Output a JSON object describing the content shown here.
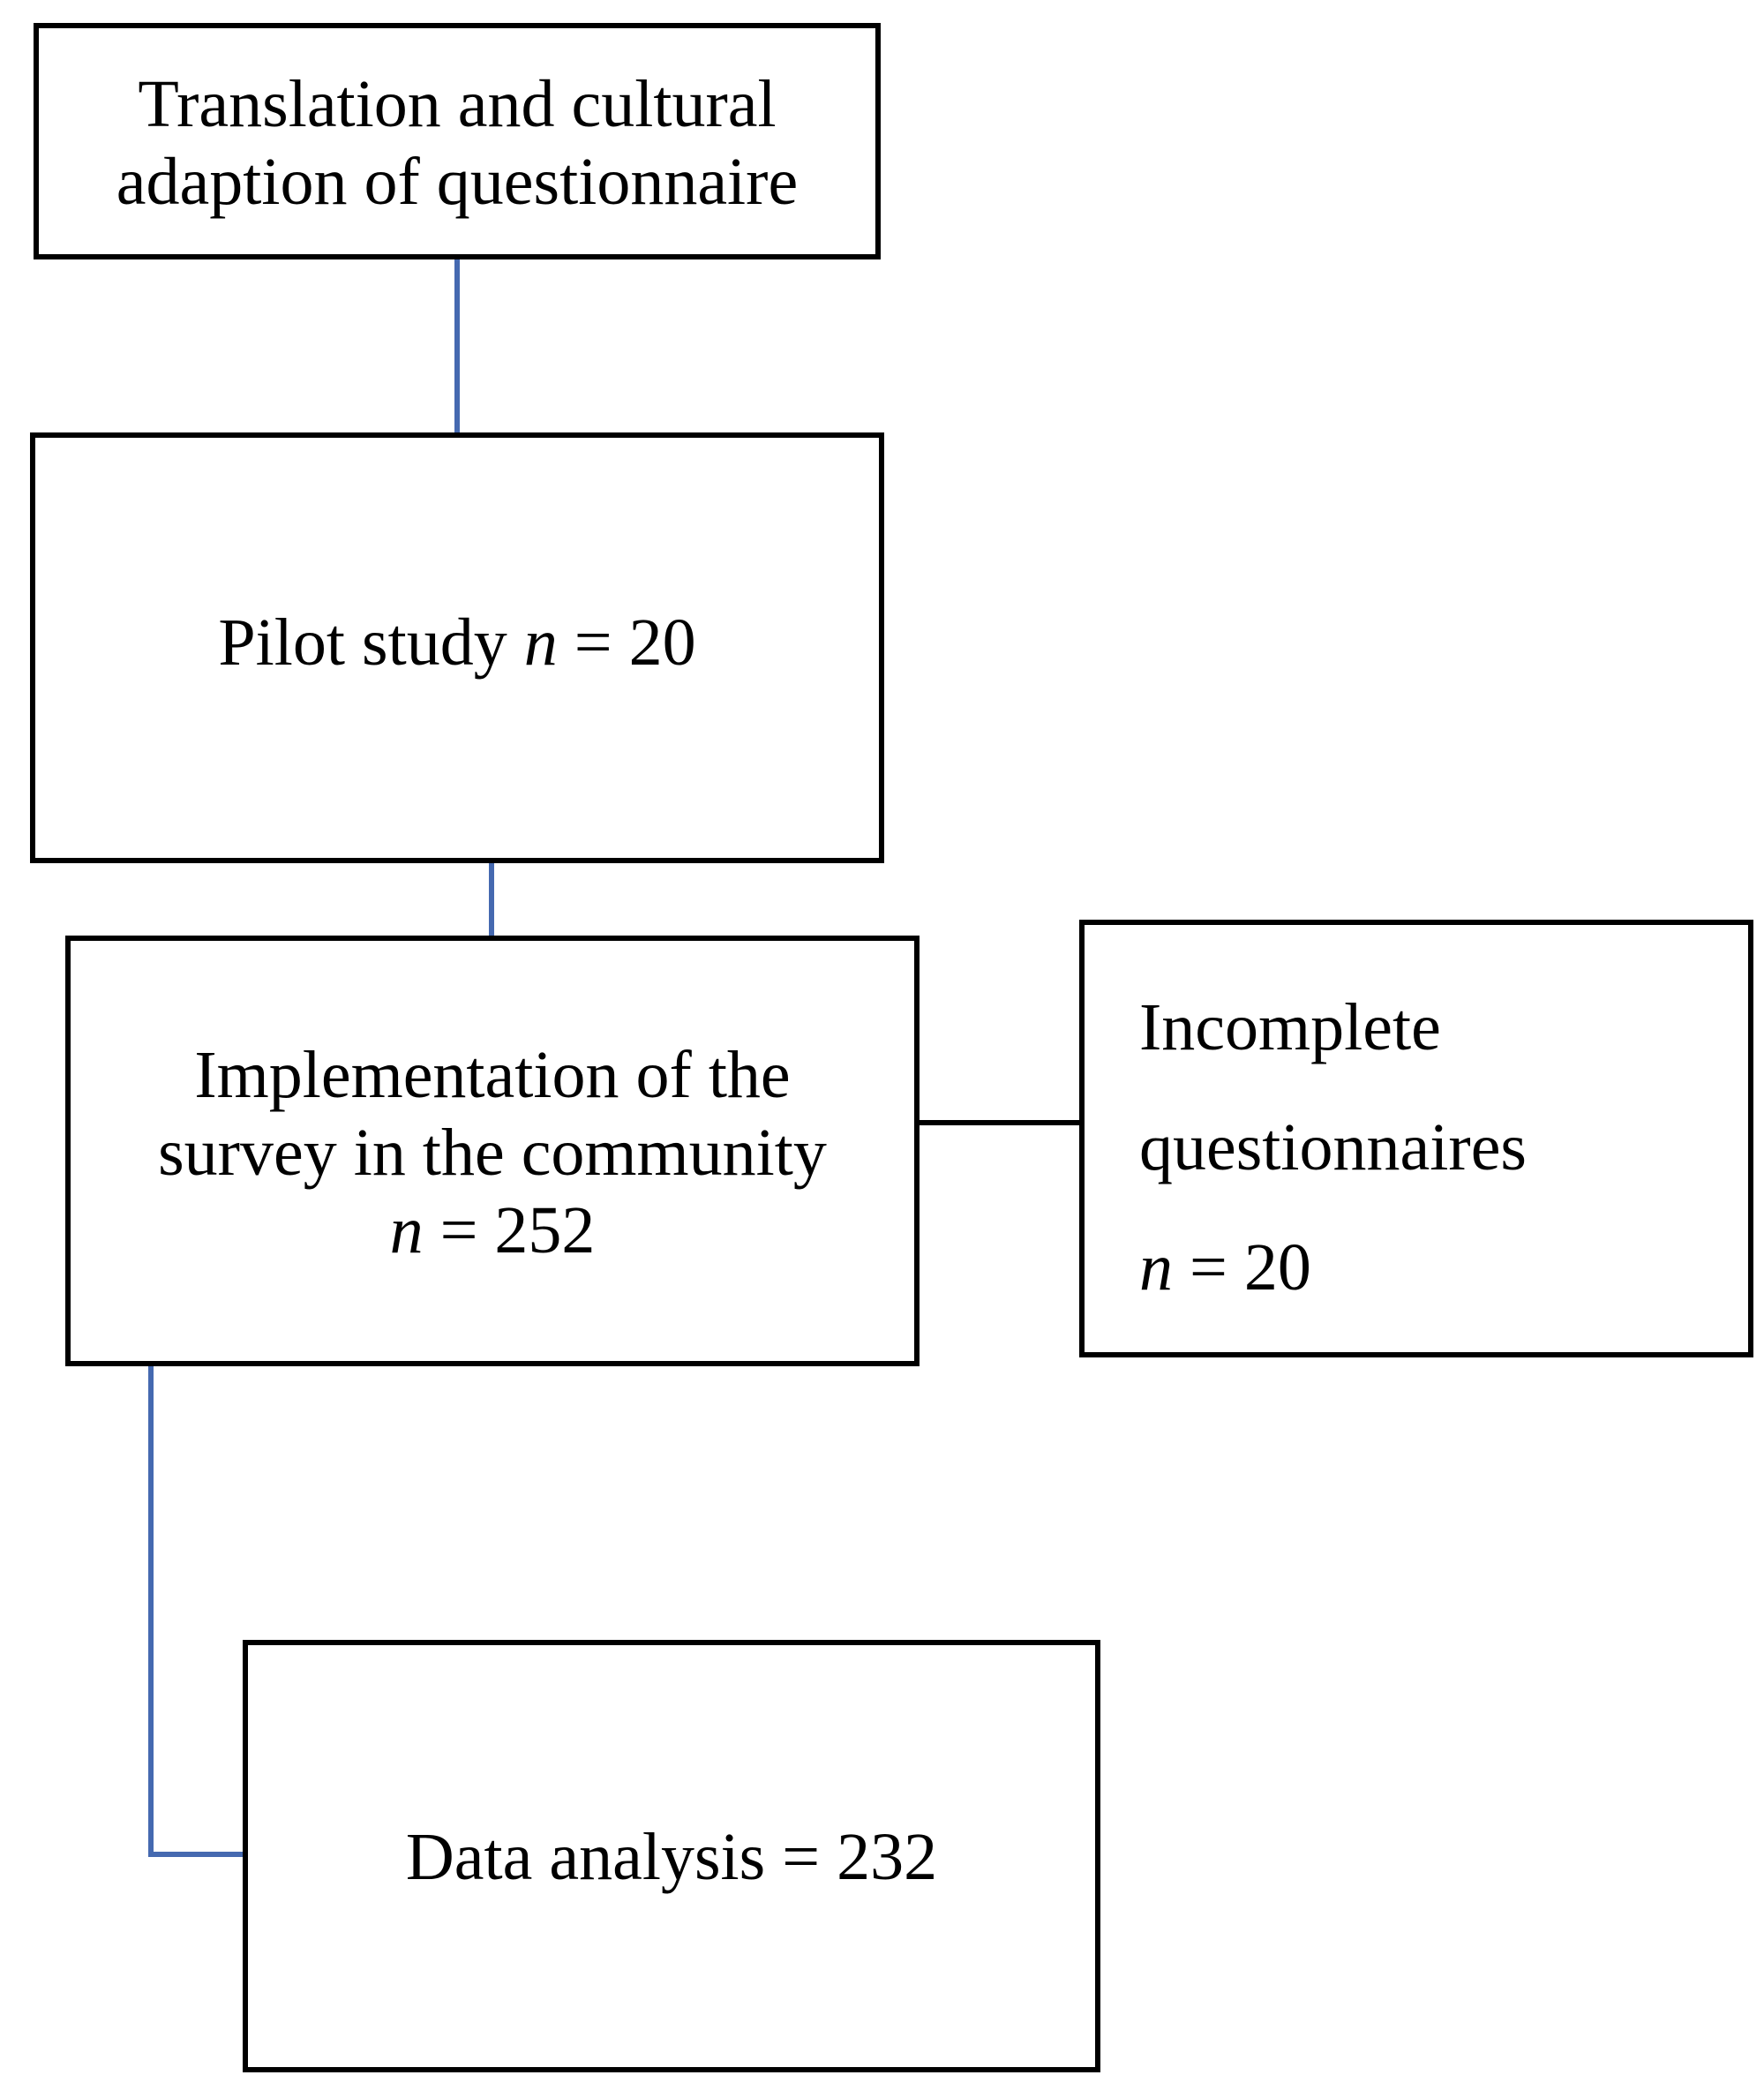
{
  "diagram": {
    "colors": {
      "box_border": "#000000",
      "connector_blue": "#4569B0",
      "connector_black": "#000000",
      "background": "#ffffff"
    },
    "boxes": {
      "translation": {
        "line1": "Translation and cultural",
        "line2": "adaption of questionnaire"
      },
      "pilot": {
        "label": "Pilot study",
        "n_symbol": "n",
        "n_value": "= 20"
      },
      "implementation": {
        "line1": "Implementation of the",
        "line2": "survey in the community",
        "n_symbol": "n",
        "n_value": "= 252"
      },
      "incomplete": {
        "line1": "Incomplete",
        "line2": "questionnaires",
        "n_symbol": "n",
        "n_value": "= 20"
      },
      "data_analysis": {
        "label": "Data analysis = 232"
      }
    }
  }
}
